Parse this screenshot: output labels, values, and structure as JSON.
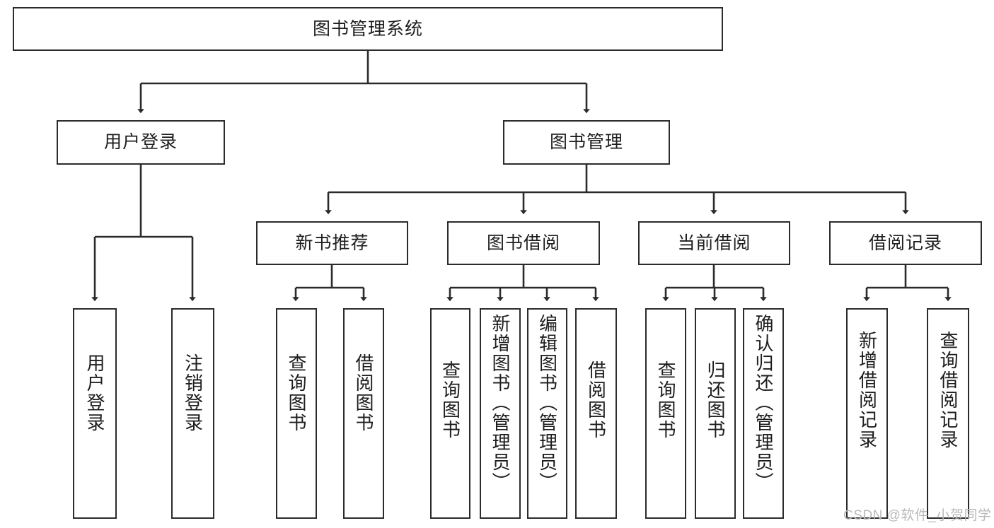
{
  "diagram": {
    "title": "图书管理系统",
    "type": "hierarchy-tree",
    "orientation": "top-down",
    "colors": {
      "node_border": "#2b2b2b",
      "node_fill": "#ffffff",
      "edge": "#2b2b2b",
      "text": "#1d1d1d",
      "watermark": "#b9b9b9",
      "background": "#ffffff"
    },
    "levels": 4
  },
  "watermark": {
    "text": "CSDN @软件_小贺同学"
  },
  "nodes": {
    "root": {
      "label": "图书管理系统",
      "level": 1
    },
    "l2": [
      {
        "id": "user-login",
        "label": "用户登录",
        "level": 2
      },
      {
        "id": "book-manage",
        "label": "图书管理",
        "level": 2
      }
    ],
    "l3": [
      {
        "id": "new-book-recommend",
        "label": "新书推荐",
        "level": 3,
        "parent": "book-manage"
      },
      {
        "id": "book-borrow",
        "label": "图书借阅",
        "level": 3,
        "parent": "book-manage"
      },
      {
        "id": "current-borrow",
        "label": "当前借阅",
        "level": 3,
        "parent": "book-manage"
      },
      {
        "id": "borrow-record",
        "label": "借阅记录",
        "level": 3,
        "parent": "book-manage"
      }
    ],
    "leaves": {
      "user_login": [
        {
          "id": "leaf-user-login",
          "label": "用户登录"
        },
        {
          "id": "leaf-logout",
          "label": "注销登录"
        }
      ],
      "new_book_recommend": [
        {
          "id": "leaf-query-book-1",
          "label": "查询图书"
        },
        {
          "id": "leaf-borrow-book-1",
          "label": "借阅图书"
        }
      ],
      "book_borrow": [
        {
          "id": "leaf-query-book-2",
          "label": "查询图书"
        },
        {
          "id": "leaf-add-book",
          "label": "新增图书（管理员）"
        },
        {
          "id": "leaf-edit-book",
          "label": "编辑图书（管理员）"
        },
        {
          "id": "leaf-borrow-book-2",
          "label": "借阅图书"
        }
      ],
      "current_borrow": [
        {
          "id": "leaf-query-book-3",
          "label": "查询图书"
        },
        {
          "id": "leaf-return-book",
          "label": "归还图书"
        },
        {
          "id": "leaf-confirm-return",
          "label": "确认归还（管理员）"
        }
      ],
      "borrow_record": [
        {
          "id": "leaf-add-record",
          "label": "新增借阅记录"
        },
        {
          "id": "leaf-query-record",
          "label": "查询借阅记录"
        }
      ]
    }
  }
}
